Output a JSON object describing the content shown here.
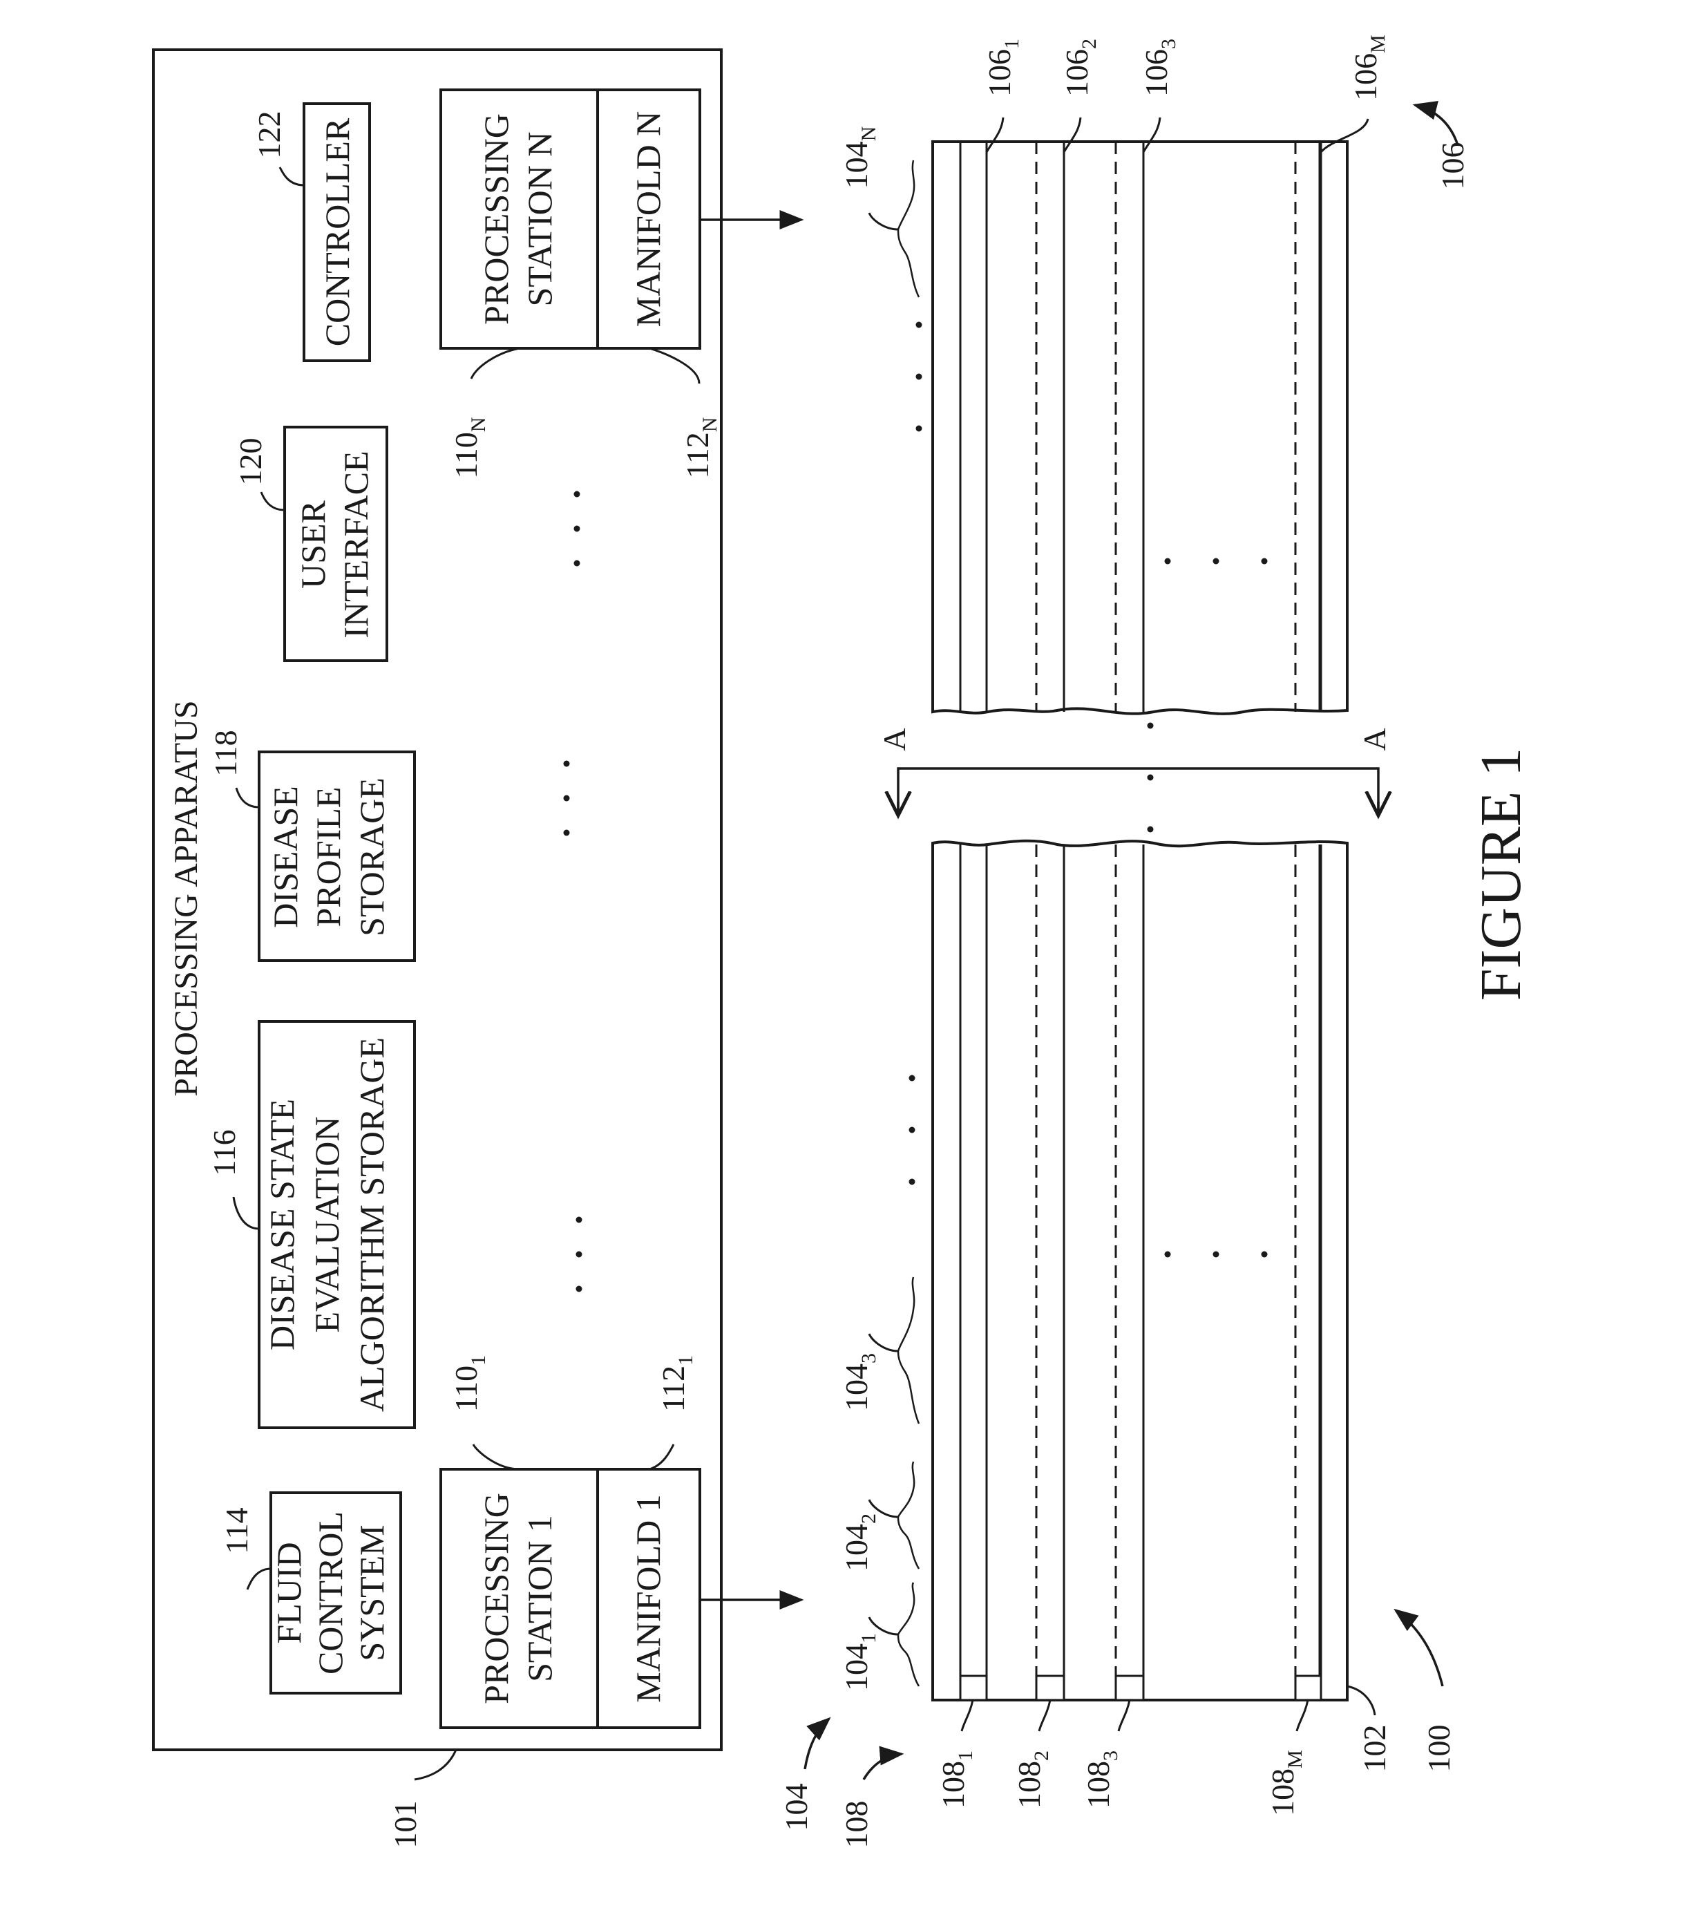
{
  "figure_label": "FIGURE 1",
  "apparatus": {
    "title": "PROCESSING APPARATUS",
    "ref": "101",
    "fluid_control": {
      "ref": "114",
      "lines": [
        "FLUID",
        "CONTROL",
        "SYSTEM"
      ]
    },
    "algorithm_storage": {
      "ref": "116",
      "lines": [
        "DISEASE STATE",
        "EVALUATION",
        "ALGORITHM STORAGE"
      ]
    },
    "profile_storage": {
      "ref": "118",
      "lines": [
        "DISEASE",
        "PROFILE",
        "STORAGE"
      ]
    },
    "user_interface": {
      "ref": "120",
      "lines": [
        "USER",
        "INTERFACE"
      ]
    },
    "controller": {
      "ref": "122",
      "lines": [
        "CONTROLLER"
      ]
    },
    "station_1": {
      "ref": "110",
      "sub": "1",
      "lines": [
        "PROCESSING",
        "STATION 1"
      ]
    },
    "manifold_1": {
      "ref": "112",
      "sub": "1",
      "lines": [
        "MANIFOLD 1"
      ]
    },
    "station_n": {
      "ref": "110",
      "sub": "N",
      "lines": [
        "PROCESSING",
        "STATION N"
      ]
    },
    "manifold_n": {
      "ref": "112",
      "sub": "N",
      "lines": [
        "MANIFOLD N"
      ]
    }
  },
  "device": {
    "ref_device": "100",
    "ref_substrate": "102",
    "ref_regions_group": "104",
    "ref_inlets_group": "108",
    "ref_channels_group": "106",
    "section_label": "A",
    "regions": [
      {
        "ref": "104",
        "sub": "1"
      },
      {
        "ref": "104",
        "sub": "2"
      },
      {
        "ref": "104",
        "sub": "3"
      },
      {
        "ref": "104",
        "sub": "N"
      }
    ],
    "inlets": [
      {
        "ref": "108",
        "sub": "1"
      },
      {
        "ref": "108",
        "sub": "2"
      },
      {
        "ref": "108",
        "sub": "3"
      },
      {
        "ref": "108",
        "sub": "M"
      }
    ],
    "channels": [
      {
        "ref": "106",
        "sub": "1"
      },
      {
        "ref": "106",
        "sub": "2"
      },
      {
        "ref": "106",
        "sub": "3"
      },
      {
        "ref": "106",
        "sub": "M"
      }
    ]
  }
}
